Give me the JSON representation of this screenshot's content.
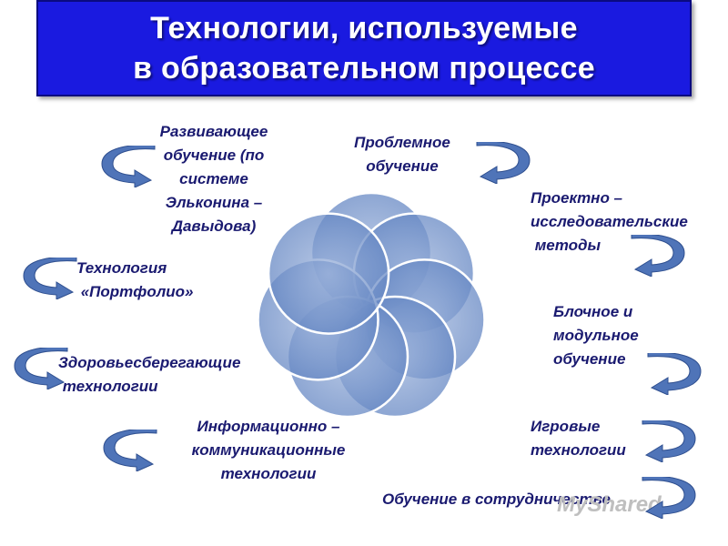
{
  "title": {
    "line1": "Технологии, используемые",
    "line2": "в образовательном процессе"
  },
  "items": {
    "razvivayushchee": [
      "Развивающее",
      "обучение (по",
      "системе",
      "Эльконина –",
      "Давыдова)"
    ],
    "problemnoe": [
      "Проблемное",
      "обучение"
    ],
    "proektno": [
      "Проектно –",
      "исследовательские",
      " методы"
    ],
    "portfolio": [
      "Технология",
      " «Портфолио»"
    ],
    "blochnoe": [
      "Блочное и",
      "модульное",
      "обучение"
    ],
    "zdorov": [
      "Здоровьесберегающие",
      " технологии"
    ],
    "informacionno": [
      "Информационно –",
      "коммуникационные",
      "технологии"
    ],
    "igrovye": [
      "Игровые",
      "технологии"
    ],
    "sotrudnichestvo": [
      "Обучение в сотрудничестве"
    ]
  },
  "watermark": "MyShared",
  "colors": {
    "title_bg": "#1a1ae0",
    "text": "#1a1a70",
    "petal": "#6f8fc4",
    "arrow": "#4f74b8"
  }
}
